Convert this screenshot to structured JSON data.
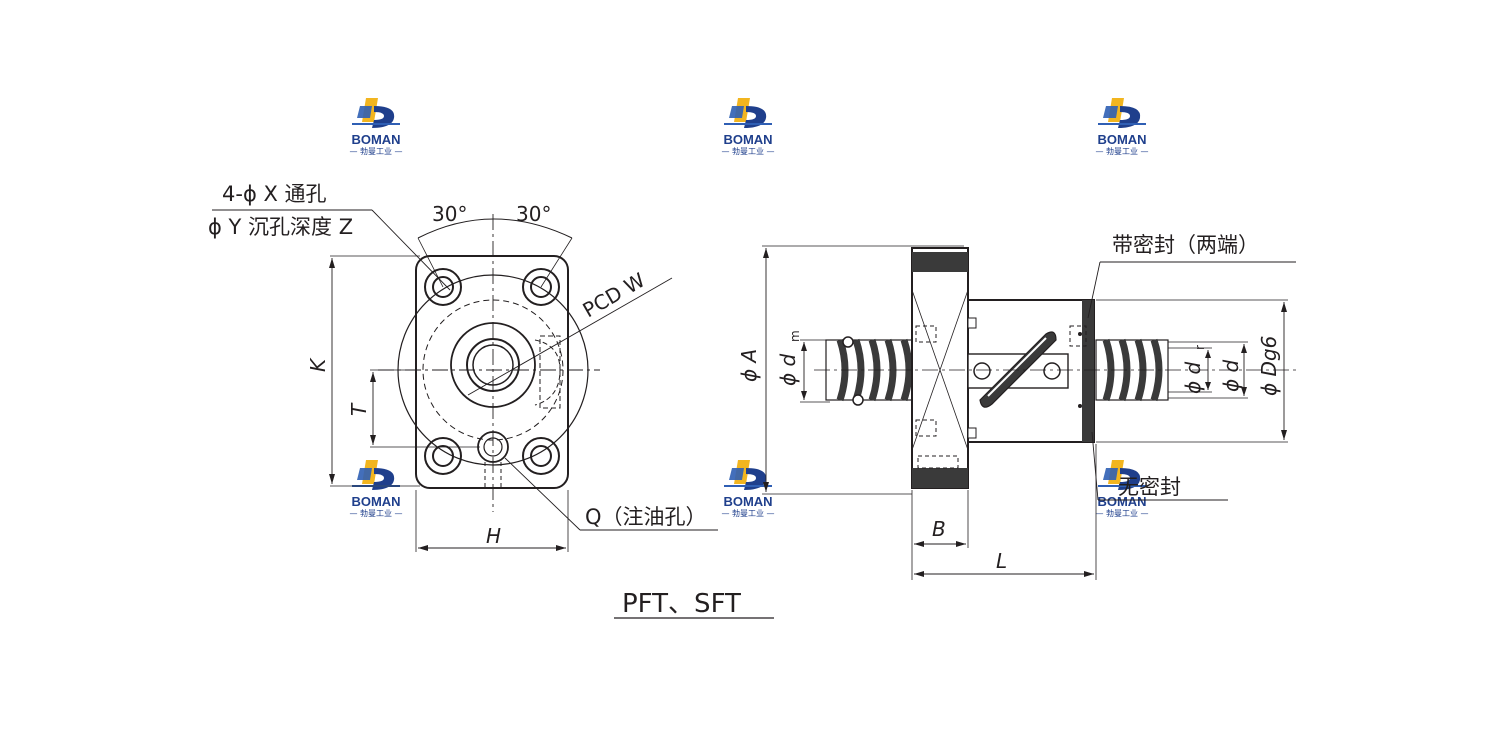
{
  "brand": {
    "name": "BOMAN",
    "subtitle": "— 勃曼工业 —",
    "colors": {
      "blue": "#2f5fb4",
      "yellow": "#f2b51f",
      "dark_blue": "#1f3f8c"
    }
  },
  "front_view": {
    "hole_callout_line1": "4-ϕ X 通孔",
    "hole_callout_line2": "ϕ Y 沉孔深度 Z",
    "angle_left": "30°",
    "angle_right": "30°",
    "pcd_label": "PCD  W",
    "dim_k": "K",
    "dim_t": "T",
    "dim_h": "H",
    "oil_hole_label": "Q（注油孔）"
  },
  "side_view": {
    "seal_both_ends": "带密封（两端）",
    "no_seal": "无密封",
    "dim_a": "ϕ A",
    "dim_dm": "ϕ d",
    "dim_dm_sub": "m",
    "dim_dr": "ϕ d",
    "dim_dr_sub": "r",
    "dim_d": "ϕ d",
    "dim_dg6": "ϕ Dg6",
    "dim_b": "B",
    "dim_l": "L"
  },
  "caption": "PFT、SFT",
  "colors": {
    "line": "#231f20",
    "body_fill": "#3a3a3a",
    "light_fill": "#e8e8e8"
  }
}
